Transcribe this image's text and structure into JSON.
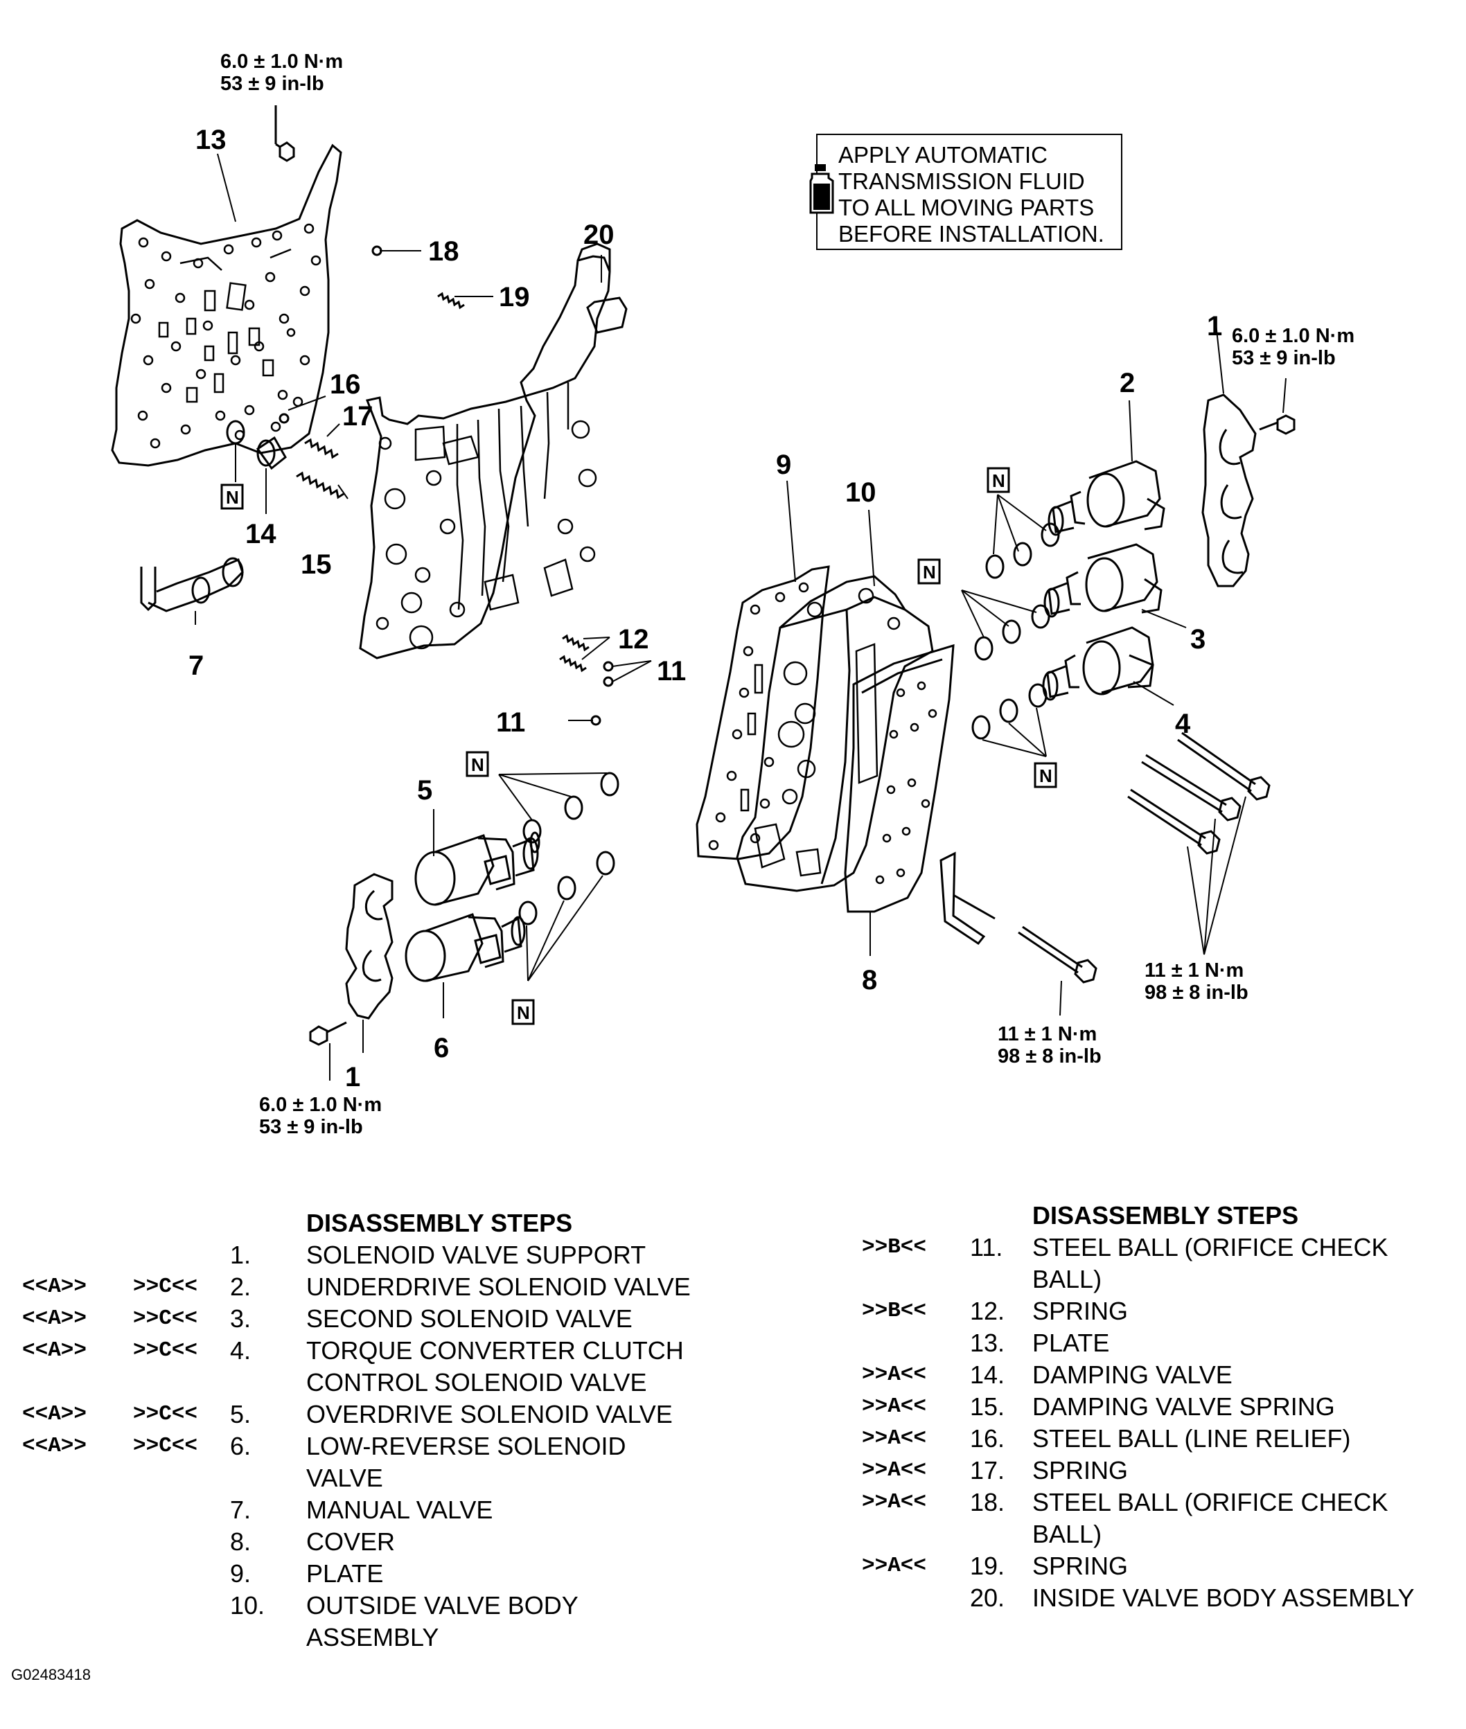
{
  "note_box": {
    "icon": "fluid-bottle-icon",
    "lines": [
      "APPLY AUTOMATIC",
      "TRANSMISSION FLUID",
      "TO ALL MOVING PARTS",
      "BEFORE INSTALLATION."
    ]
  },
  "torque_specs": {
    "top_left": {
      "nm": "6.0 ± 1.0 N·m",
      "inlb": "53 ± 9 in-lb"
    },
    "right_support": {
      "nm": "6.0 ± 1.0 N·m",
      "inlb": "53 ± 9 in-lb"
    },
    "bottom_left": {
      "nm": "6.0 ± 1.0 N·m",
      "inlb": "53 ± 9 in-lb"
    },
    "bolts_right": {
      "nm": "11 ± 1 N·m",
      "inlb": "98 ± 8 in-lb"
    },
    "bolt_lower": {
      "nm": "11 ± 1 N·m",
      "inlb": "98 ± 8 in-lb"
    }
  },
  "callouts": {
    "c1a": "1",
    "c1b": "1",
    "c2": "2",
    "c3": "3",
    "c4": "4",
    "c5": "5",
    "c6": "6",
    "c7": "7",
    "c8": "8",
    "c9": "9",
    "c10": "10",
    "c11a": "11",
    "c11b": "11",
    "c12": "12",
    "c13": "13",
    "c14": "14",
    "c15": "15",
    "c16": "16",
    "c17": "17",
    "c18": "18",
    "c19": "19",
    "c20": "20"
  },
  "new_part_badge": "N",
  "steps_left": {
    "header": "DISASSEMBLY STEPS",
    "rows": [
      {
        "a": "",
        "c": "",
        "n": "1.",
        "text": "SOLENOID VALVE SUPPORT"
      },
      {
        "a": "<<A>>",
        "c": ">>C<<",
        "n": "2.",
        "text": "UNDERDRIVE SOLENOID VALVE"
      },
      {
        "a": "<<A>>",
        "c": ">>C<<",
        "n": "3.",
        "text": "SECOND SOLENOID VALVE"
      },
      {
        "a": "<<A>>",
        "c": ">>C<<",
        "n": "4.",
        "text": "TORQUE CONVERTER CLUTCH"
      },
      {
        "a": "",
        "c": "",
        "n": "",
        "text": "CONTROL SOLENOID VALVE"
      },
      {
        "a": "<<A>>",
        "c": ">>C<<",
        "n": "5.",
        "text": "OVERDRIVE SOLENOID VALVE"
      },
      {
        "a": "<<A>>",
        "c": ">>C<<",
        "n": "6.",
        "text": "LOW-REVERSE SOLENOID"
      },
      {
        "a": "",
        "c": "",
        "n": "",
        "text": "VALVE"
      },
      {
        "a": "",
        "c": "",
        "n": "7.",
        "text": "MANUAL VALVE"
      },
      {
        "a": "",
        "c": "",
        "n": "8.",
        "text": "COVER"
      },
      {
        "a": "",
        "c": "",
        "n": "9.",
        "text": "PLATE"
      },
      {
        "a": "",
        "c": "",
        "n": "10.",
        "text": "OUTSIDE VALVE BODY"
      },
      {
        "a": "",
        "c": "",
        "n": "",
        "text": "ASSEMBLY"
      }
    ]
  },
  "steps_right": {
    "header": "DISASSEMBLY STEPS",
    "rows": [
      {
        "c": ">>B<<",
        "n": "11.",
        "text": "STEEL BALL (ORIFICE CHECK"
      },
      {
        "c": "",
        "n": "",
        "text": "BALL)"
      },
      {
        "c": ">>B<<",
        "n": "12.",
        "text": "SPRING"
      },
      {
        "c": "",
        "n": "13.",
        "text": "PLATE"
      },
      {
        "c": ">>A<<",
        "n": "14.",
        "text": "DAMPING VALVE"
      },
      {
        "c": ">>A<<",
        "n": "15.",
        "text": "DAMPING VALVE SPRING"
      },
      {
        "c": ">>A<<",
        "n": "16.",
        "text": "STEEL BALL (LINE RELIEF)"
      },
      {
        "c": ">>A<<",
        "n": "17.",
        "text": "SPRING"
      },
      {
        "c": ">>A<<",
        "n": "18.",
        "text": "STEEL BALL (ORIFICE CHECK"
      },
      {
        "c": "",
        "n": "",
        "text": "BALL)"
      },
      {
        "c": ">>A<<",
        "n": "19.",
        "text": "SPRING"
      },
      {
        "c": "",
        "n": "20.",
        "text": "INSIDE VALVE BODY ASSEMBLY"
      }
    ]
  },
  "figure_id": "G02483418"
}
